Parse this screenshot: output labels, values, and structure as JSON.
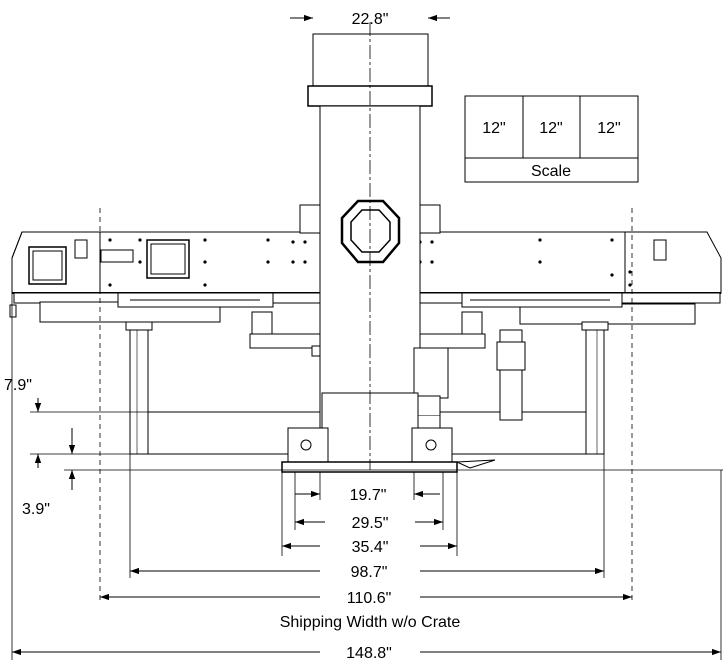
{
  "dimensions": {
    "column_top_width": "22.8\"",
    "height_upper": "7.9\"",
    "height_lower": "3.9\"",
    "base_inner": "19.7\"",
    "base_mid": "29.5\"",
    "base_outer": "35.4\"",
    "leg_span": "98.7\"",
    "shipping_width": "110.6\"",
    "overall_width": "148.8\""
  },
  "captions": {
    "shipping_width": "Shipping Width w/o Crate"
  },
  "scale_box": {
    "cells": [
      "12\"",
      "12\"",
      "12\""
    ],
    "label": "Scale"
  }
}
